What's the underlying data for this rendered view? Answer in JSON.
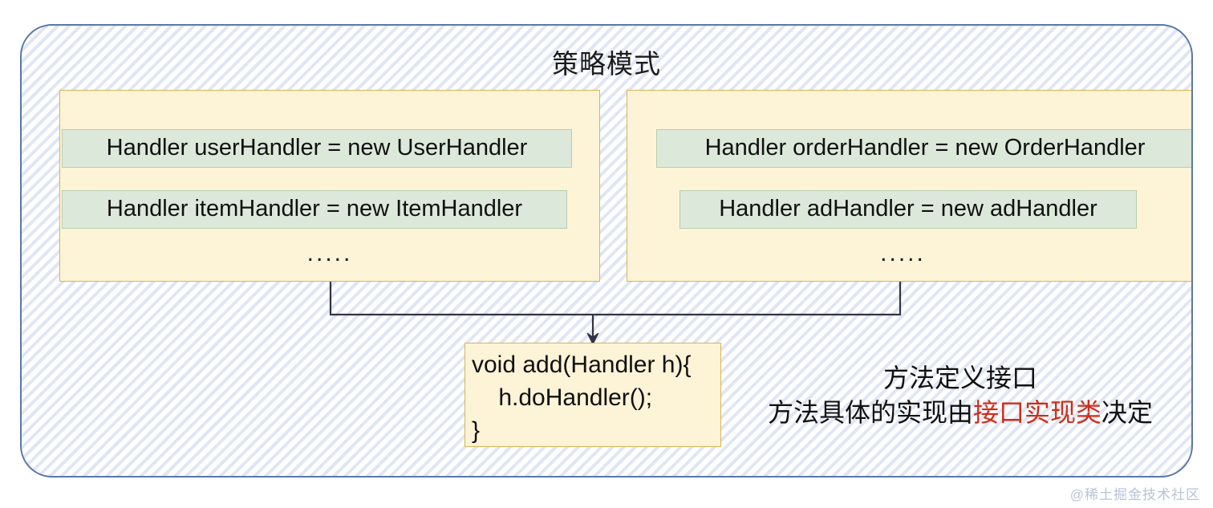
{
  "diagram": {
    "title": "策略模式",
    "groups": [
      {
        "name": "left-handler-group",
        "statements": [
          "Handler userHandler = new UserHandler",
          "Handler itemHandler = new ItemHandler"
        ],
        "ellipsis": "....."
      },
      {
        "name": "right-handler-group",
        "statements": [
          "Handler orderHandler = new OrderHandler",
          "Handler adHandler = new adHandler"
        ],
        "ellipsis": "....."
      }
    ],
    "code_box": {
      "lines": [
        "void add(Handler h){",
        "    h.doHandler();",
        "}"
      ]
    },
    "annotation": {
      "line1": "方法定义接口",
      "line2_prefix": "方法具体的实现由",
      "line2_highlight": "接口实现类",
      "line2_suffix": "决定"
    },
    "colors": {
      "container_border": "#5a77a8",
      "hatch_stripe": "#dfe6f4",
      "group_fill": "#fdf3d7",
      "group_border": "#d6b656",
      "statement_fill": "#dce9da",
      "statement_border": "#b6cdb2",
      "connector": "#333344",
      "highlight_text": "#d02c18",
      "watermark": "#b9c3d4"
    }
  },
  "watermark": "@稀土掘金技术社区"
}
